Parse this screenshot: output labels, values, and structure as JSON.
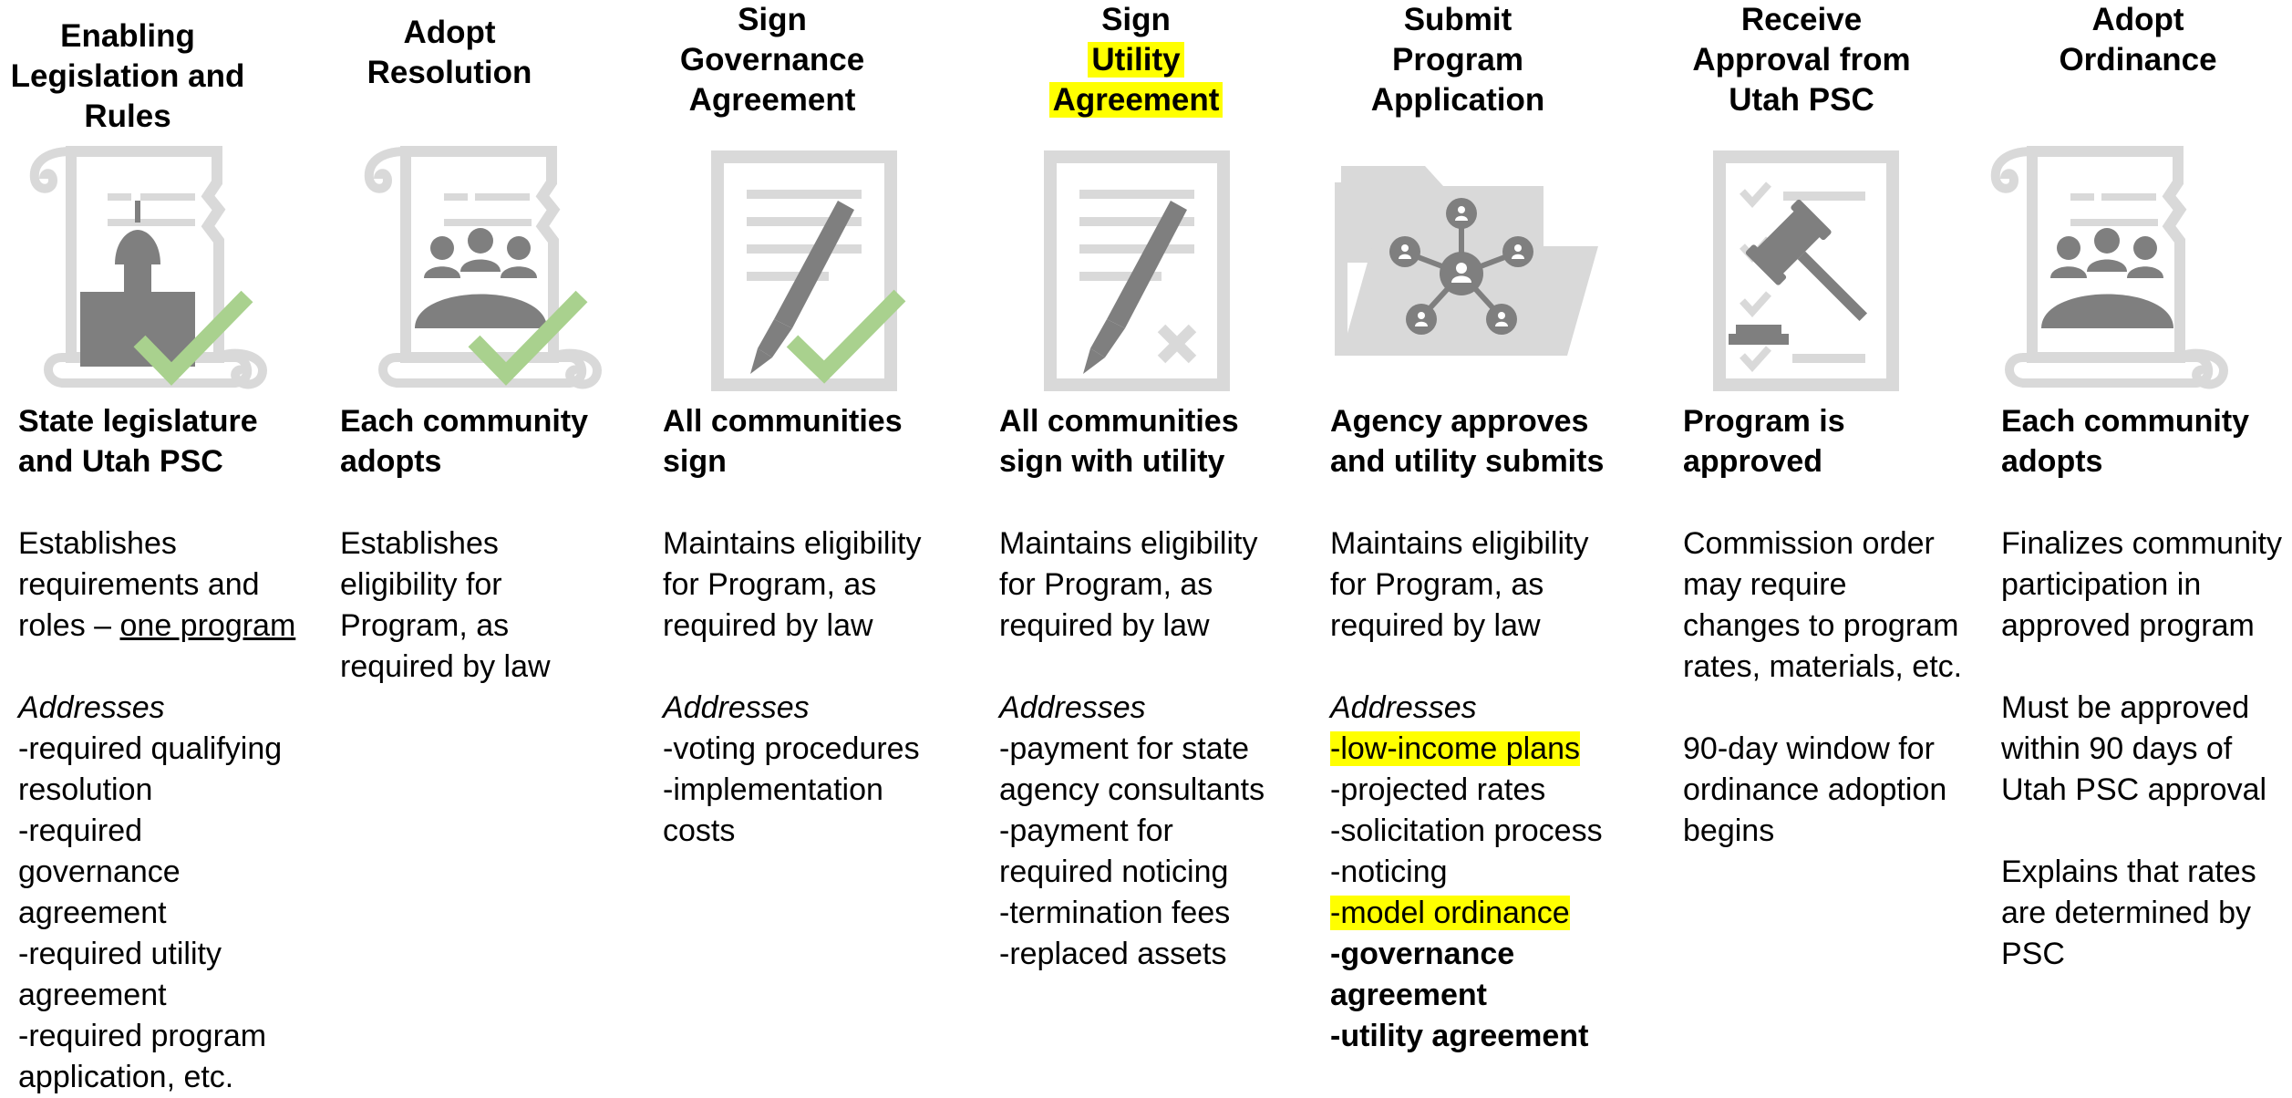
{
  "steps": [
    {
      "title": [
        "Enabling",
        "Legislation and",
        "Rules"
      ],
      "icon": "scroll-capitol-icon",
      "completed": true,
      "who": [
        "State legislature",
        "and Utah PSC"
      ],
      "desc": {
        "l1": "Establishes",
        "l2": "requirements and",
        "l3_prefix": "roles – ",
        "l3_underline": "one program",
        "addresses_label": "Addresses",
        "items": [
          "-required qualifying",
          "resolution",
          "-required",
          "governance",
          "agreement",
          "-required utility",
          "agreement",
          "-required program",
          "application, etc."
        ]
      }
    },
    {
      "title": [
        "Adopt",
        "Resolution"
      ],
      "icon": "scroll-council-icon",
      "completed": true,
      "who": [
        "Each community",
        "adopts"
      ],
      "desc": {
        "lines": [
          "Establishes",
          "eligibility for",
          "Program, as",
          "required by law"
        ]
      }
    },
    {
      "title": [
        "Sign",
        "Governance",
        "Agreement"
      ],
      "icon": "document-pen-icon",
      "completed": true,
      "who": [
        "All communities",
        "sign"
      ],
      "desc": {
        "lines": [
          "Maintains eligibility",
          "for Program, as",
          "required by law"
        ],
        "addresses_label": "Addresses",
        "items": [
          "-voting procedures",
          "-implementation",
          "costs"
        ]
      }
    },
    {
      "title": [
        "Sign",
        "Utility",
        "Agreement"
      ],
      "title_highlight": [
        false,
        true,
        true
      ],
      "icon": "document-pen-sign-icon",
      "completed": false,
      "who": [
        "All communities",
        "sign with utility"
      ],
      "desc": {
        "lines": [
          "Maintains eligibility",
          "for Program, as",
          "required by law"
        ],
        "addresses_label": "Addresses",
        "items": [
          "-payment for state",
          "agency consultants",
          "-payment for",
          "required noticing",
          "-termination fees",
          "-replaced assets"
        ]
      }
    },
    {
      "title": [
        "Submit",
        "Program",
        "Application"
      ],
      "icon": "folder-network-icon",
      "completed": false,
      "who": [
        "Agency approves",
        "and utility submits"
      ],
      "desc": {
        "lines": [
          "Maintains eligibility",
          "for Program, as",
          "required by law"
        ],
        "addresses_label": "Addresses",
        "items_hl_1": "-low-income plans",
        "items_mid": [
          "-projected rates",
          "-solicitation process",
          "-noticing"
        ],
        "items_hl_2": "-model ordinance",
        "items_bold": [
          "-governance",
          "agreement",
          "-utility agreement"
        ]
      }
    },
    {
      "title": [
        "Receive",
        "Approval from",
        "Utah PSC"
      ],
      "icon": "checklist-gavel-icon",
      "completed": false,
      "who": [
        "Program is",
        "approved"
      ],
      "desc": {
        "lines": [
          "Commission order",
          "may require",
          "changes to program",
          "rates, materials, etc."
        ],
        "lines2": [
          "90-day window for",
          "ordinance adoption",
          "begins"
        ]
      }
    },
    {
      "title": [
        "Adopt",
        "Ordinance"
      ],
      "icon": "scroll-council-icon",
      "completed": false,
      "who": [
        "Each community",
        "adopts"
      ],
      "desc": {
        "lines": [
          "Finalizes community",
          "participation in",
          "approved program"
        ],
        "lines2": [
          "Must be approved",
          "within 90 days of",
          "Utah PSC approval"
        ],
        "lines3": [
          "Explains that rates",
          "are determined by",
          "PSC"
        ]
      }
    }
  ],
  "colors": {
    "icon_light": "#d9d9d9",
    "icon_dark": "#7f7f7f",
    "check": "#a9d18e",
    "highlight": "#ffff00"
  }
}
